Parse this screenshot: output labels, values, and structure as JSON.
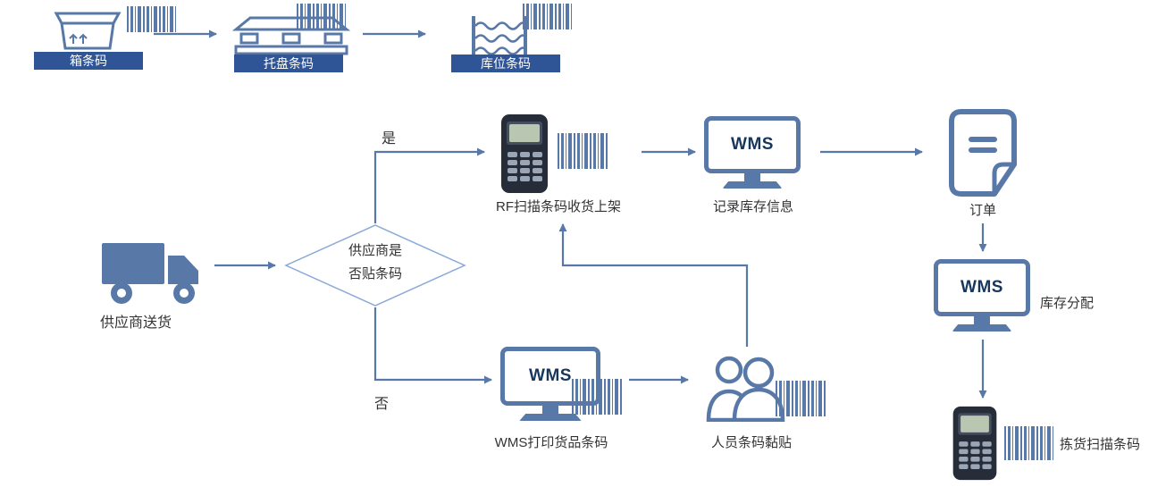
{
  "colors": {
    "primary": "#5878a8",
    "label_bg": "#2f5597",
    "dark_navy": "#17365c",
    "text": "#333333"
  },
  "legend": {
    "items": [
      {
        "label": "箱条码"
      },
      {
        "label": "托盘条码"
      },
      {
        "label": "库位条码"
      }
    ]
  },
  "flow": {
    "supplier_delivery": "供应商送货",
    "decision_line1": "供应商是",
    "decision_line2": "否贴条码",
    "yes_label": "是",
    "no_label": "否",
    "rf_receive": "RF扫描条码收货上架",
    "wms_label": "WMS",
    "record_inventory": "记录库存信息",
    "order": "订单",
    "inventory_allocation": "库存分配",
    "pick_scan": "拣货扫描条码",
    "wms_print": "WMS打印货品条码",
    "personnel_stick": "人员条码黏贴"
  }
}
